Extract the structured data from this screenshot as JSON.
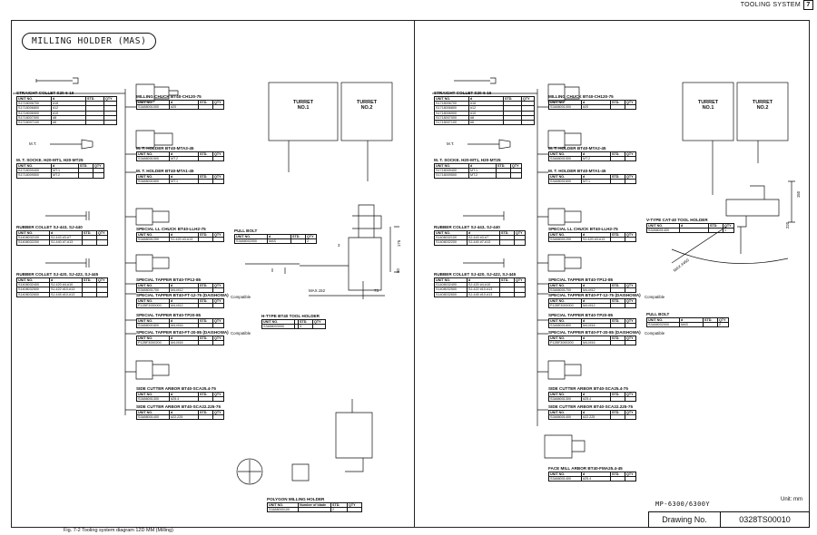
{
  "header": {
    "section": "TOOLING SYSTEM",
    "page": "7"
  },
  "title": "MILLING HOLDER (MAS)",
  "left": {
    "turrets": [
      "TURRET\nNO.1",
      "TURRET\nNO.2"
    ],
    "labels": {
      "straight_collet": "STRAIGHT COLLET S20-6-16",
      "mt": "M.T.",
      "mt_socket": "M. T. SOCKE. H20-MT1, H20-MT25",
      "rubber_collet1": "RUBBER COLLET SJ-443, SJ-440",
      "rubber_collet2": "RUBBER COLLET SJ-420, SJ-422, SJ-445",
      "milling_chuck": "MILLING CHUCK BT40-CH120-75",
      "mt_holder1": "M. T. HOLDER BT40-MTA3-45",
      "mt_holder2": "M. T. HOLDER BT40-MTA1-45",
      "special_ll_chuck": "SPECIAL LL CHUCK BT40-LLH2-75",
      "pull_bolt": "PULL BOLT",
      "special_tapper1": "SPECIAL TAPPER BT40-TP12-85",
      "special_tapper2": "SPECIAL TAPPER BT40-FT-12-75 (DAISHOWA)",
      "special_tapper3": "SPECIAL TAPPER BT40-TP20-85",
      "special_tapper4": "SPECIAL TAPPER BT40-FT-20-85 (DAISHOWA)",
      "compatible1": "Compatible",
      "compatible2": "Compatible",
      "htype": "H-TYPE BT40 TOOL HOLDER",
      "side_cutter1": "SIDE CUTTER ARBOR BT40-SCA25.4-75",
      "side_cutter2": "SIDE CUTTER ARBOR BT40-SCA22.225-75",
      "polygon": "POLYGON MILLING HOLDER",
      "dim_175": "175",
      "dim_50": "50",
      "dim_max": "MAX.152",
      "dim_73": "73",
      "dim_3": "3"
    }
  },
  "right": {
    "turrets": [
      "TURRET\nNO.1",
      "TURRET\nNO.2"
    ],
    "labels": {
      "straight_collet": "STRAIGHT COLLET S20-6-16",
      "mt": "M.T.",
      "mt_socket": "M. T. SOCKE. H20-MT1, H20-MT25",
      "rubber_collet1": "RUBBER COLLET SJ-443, SJ-440",
      "rubber_collet2": "RUBBER COLLET SJ-420, SJ-422, SJ-445",
      "milling_chuck": "MILLING CHUCK BT40-CH120-75",
      "mt_holder1": "M. T. HOLDER BT40-MTA2-45",
      "mt_holder2": "M. T. HOLDER BT40-MTA1-45",
      "special_ll_chuck": "SPECIAL LL CHUCK BT40-LLH2-75",
      "vtype": "V-TYPE CAT-40 TOOL HOLDER",
      "special_tapper1": "SPECIAL TAPPER BT40-TP12-85",
      "special_tapper2": "SPECIAL TAPPER BT40-FT-12-75 (DAISHOWA)",
      "special_tapper3": "SPECIAL TAPPER BT40-TP20-85",
      "special_tapper4": "SPECIAL TAPPER BT40-FT-20-85 (DAISHOWA)",
      "compatible1": "Compatible",
      "compatible2": "Compatible",
      "pull_bolt": "PULL BOLT",
      "side_cutter1": "SIDE CUTTER ARBOR BT40-SCA25.4-75",
      "side_cutter2": "SIDE CUTTER ARBOR BT40-SCA22.225-75",
      "face_mill": "FACE MILL ARBOR BT40-FMA25.4-45",
      "dim_150": "150",
      "dim_220": "220",
      "dim_max": "MAX.#450"
    }
  },
  "table_headers": {
    "unit_no": "UNIT NO.",
    "size": "d",
    "std": "STD.",
    "qty": "QTY"
  },
  "tables": {
    "collet": [
      [
        "S1718006700",
        "#16"
      ],
      [
        "S1718006800",
        "#12"
      ],
      [
        "S1718006900",
        "#10"
      ],
      [
        "S1718007000",
        "#8"
      ],
      [
        "S1718007100",
        "#6"
      ]
    ],
    "mt_socket": [
      [
        "S1718009400",
        "MT.1"
      ],
      [
        "S1718009500",
        "MT.2"
      ]
    ],
    "rubber1": [
      [
        "S1408032100",
        "SJ-443 #3-#7"
      ],
      [
        "S1408032200",
        "SJ-440 #7-#13"
      ]
    ],
    "rubber2": [
      [
        "S1408032400",
        "SJ-420 #4-#10"
      ],
      [
        "S1408032500",
        "SJ-422 #10-#13"
      ],
      [
        "S1408032600",
        "SJ-445 #10-#13"
      ]
    ],
    "milling_chuck": [
      [
        "S3488001000",
        "#20"
      ]
    ],
    "mt_holder1": [
      [
        "S3488001500",
        "MT.2"
      ]
    ],
    "mt_holder2": [
      [
        "S3488001600",
        "MT.1"
      ]
    ],
    "ll_chuck": [
      [
        "S3488001200",
        "SJ-420 #3-#13"
      ]
    ],
    "pull_bolt": [
      [
        "S3488002000",
        "MAS",
        "2"
      ]
    ],
    "tapper1": [
      [
        "S3488001700",
        "M4-M12"
      ]
    ],
    "tapper2": [
      [
        "P12BF3000000",
        "M4-M12"
      ]
    ],
    "tapper3": [
      [
        "S3488001800",
        "M4-M16"
      ]
    ],
    "tapper4": [
      [
        "P12BF3000200",
        "M4-M16"
      ]
    ],
    "htype": [
      [
        "S3488003000",
        "",
        "3"
      ]
    ],
    "side1": [
      [
        "S3488001300",
        "#25.4"
      ]
    ],
    "side2": [
      [
        "S3488001400",
        "#22.225"
      ]
    ],
    "polygon": [
      [
        "S3488000100",
        "",
        "2"
      ]
    ],
    "vtype": [
      [
        "S3288001400",
        "",
        "1"
      ]
    ],
    "face_mill": [
      [
        "S3488001400",
        "#25.4"
      ]
    ]
  },
  "polygon_headers": {
    "unit_no": "UNIT NO.",
    "blade": "Number of blade",
    "std": "STD.",
    "qty": "QTY"
  },
  "model": "MP-6300/6300Y",
  "unit": "Unit: mm",
  "drawing_no_label": "Drawing No.",
  "drawing_no": "0328TS00010",
  "caption": "Fig. 7-2   Tooling system diagram 12D MM (Milling)"
}
